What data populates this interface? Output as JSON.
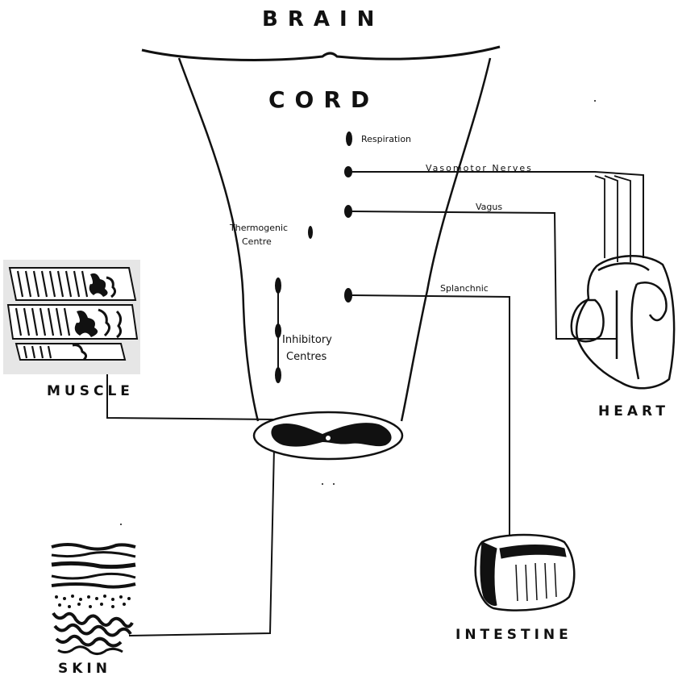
{
  "labels": {
    "brain": "BRAIN",
    "cord": "CORD",
    "respiration": "Respiration",
    "vasomotor": "Vasomotor Nerves",
    "vagus": "Vagus",
    "thermogenic_1": "Thermogenic",
    "thermogenic_2": "Centre",
    "splanchnic": "Splanchnic",
    "inhibitory_1": "Inhibitory",
    "inhibitory_2": "Centres",
    "muscle": "MUSCLE",
    "heart": "HEART",
    "skin": "SKIN",
    "intestine": "INTESTINE"
  },
  "colors": {
    "ink": "#111111",
    "paper": "#ffffff",
    "muscle_bg": "#e6e6e6"
  }
}
